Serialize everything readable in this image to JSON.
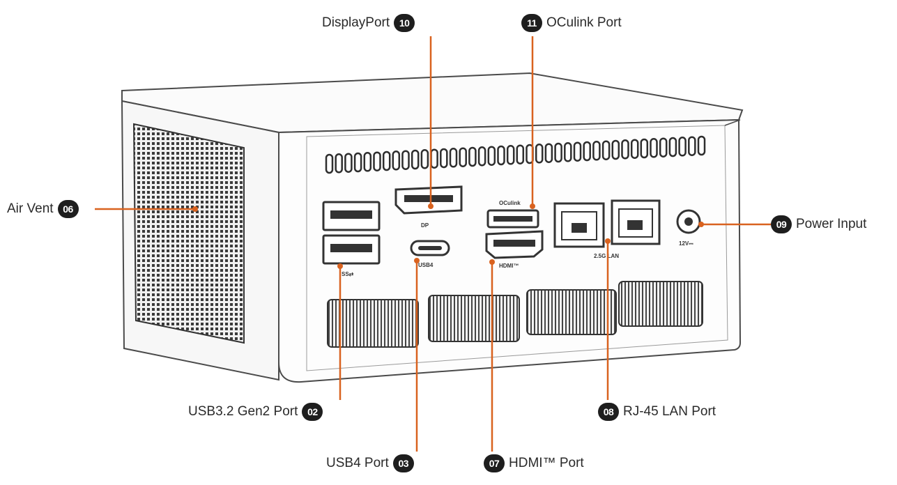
{
  "callouts": {
    "displayport": {
      "number": "10",
      "label": "DisplayPort"
    },
    "oculink": {
      "number": "11",
      "label": "OCulink Port"
    },
    "air_vent": {
      "number": "06",
      "label": "Air Vent"
    },
    "power_input": {
      "number": "09",
      "label": "Power Input"
    },
    "usb32": {
      "number": "02",
      "label": "USB3.2 Gen2 Port"
    },
    "rj45": {
      "number": "08",
      "label": "RJ-45 LAN Port"
    },
    "usb4": {
      "number": "03",
      "label": "USB4 Port"
    },
    "hdmi": {
      "number": "07",
      "label": "HDMI™ Port"
    }
  },
  "device_labels": {
    "dp": "DP",
    "oculink": "OCulink",
    "hdmi": "HDMI™",
    "usb4": "USB4",
    "usb_ss": "SS⇄",
    "lan": "2.5G LAN",
    "power": "12V⎓"
  },
  "colors": {
    "leader": "#d9621f",
    "badge": "#1e1e1e",
    "outline": "#4a4a4a"
  }
}
